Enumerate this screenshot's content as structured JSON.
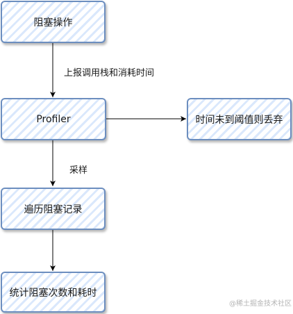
{
  "nodes": {
    "block_op": "阻塞操作",
    "profiler": "Profiler",
    "discard": "时间未到阈值则丢弃",
    "traverse": "遍历阻塞记录",
    "stats": "统计阻塞次数和耗时"
  },
  "edges": {
    "report": "上报调用栈和消耗时间",
    "sample": "采样"
  },
  "watermark": "@稀土掘金技术社区",
  "colors": {
    "node_stroke": "#6c8ebf",
    "node_hatch": "#dae8fc",
    "edge": "#000000"
  }
}
